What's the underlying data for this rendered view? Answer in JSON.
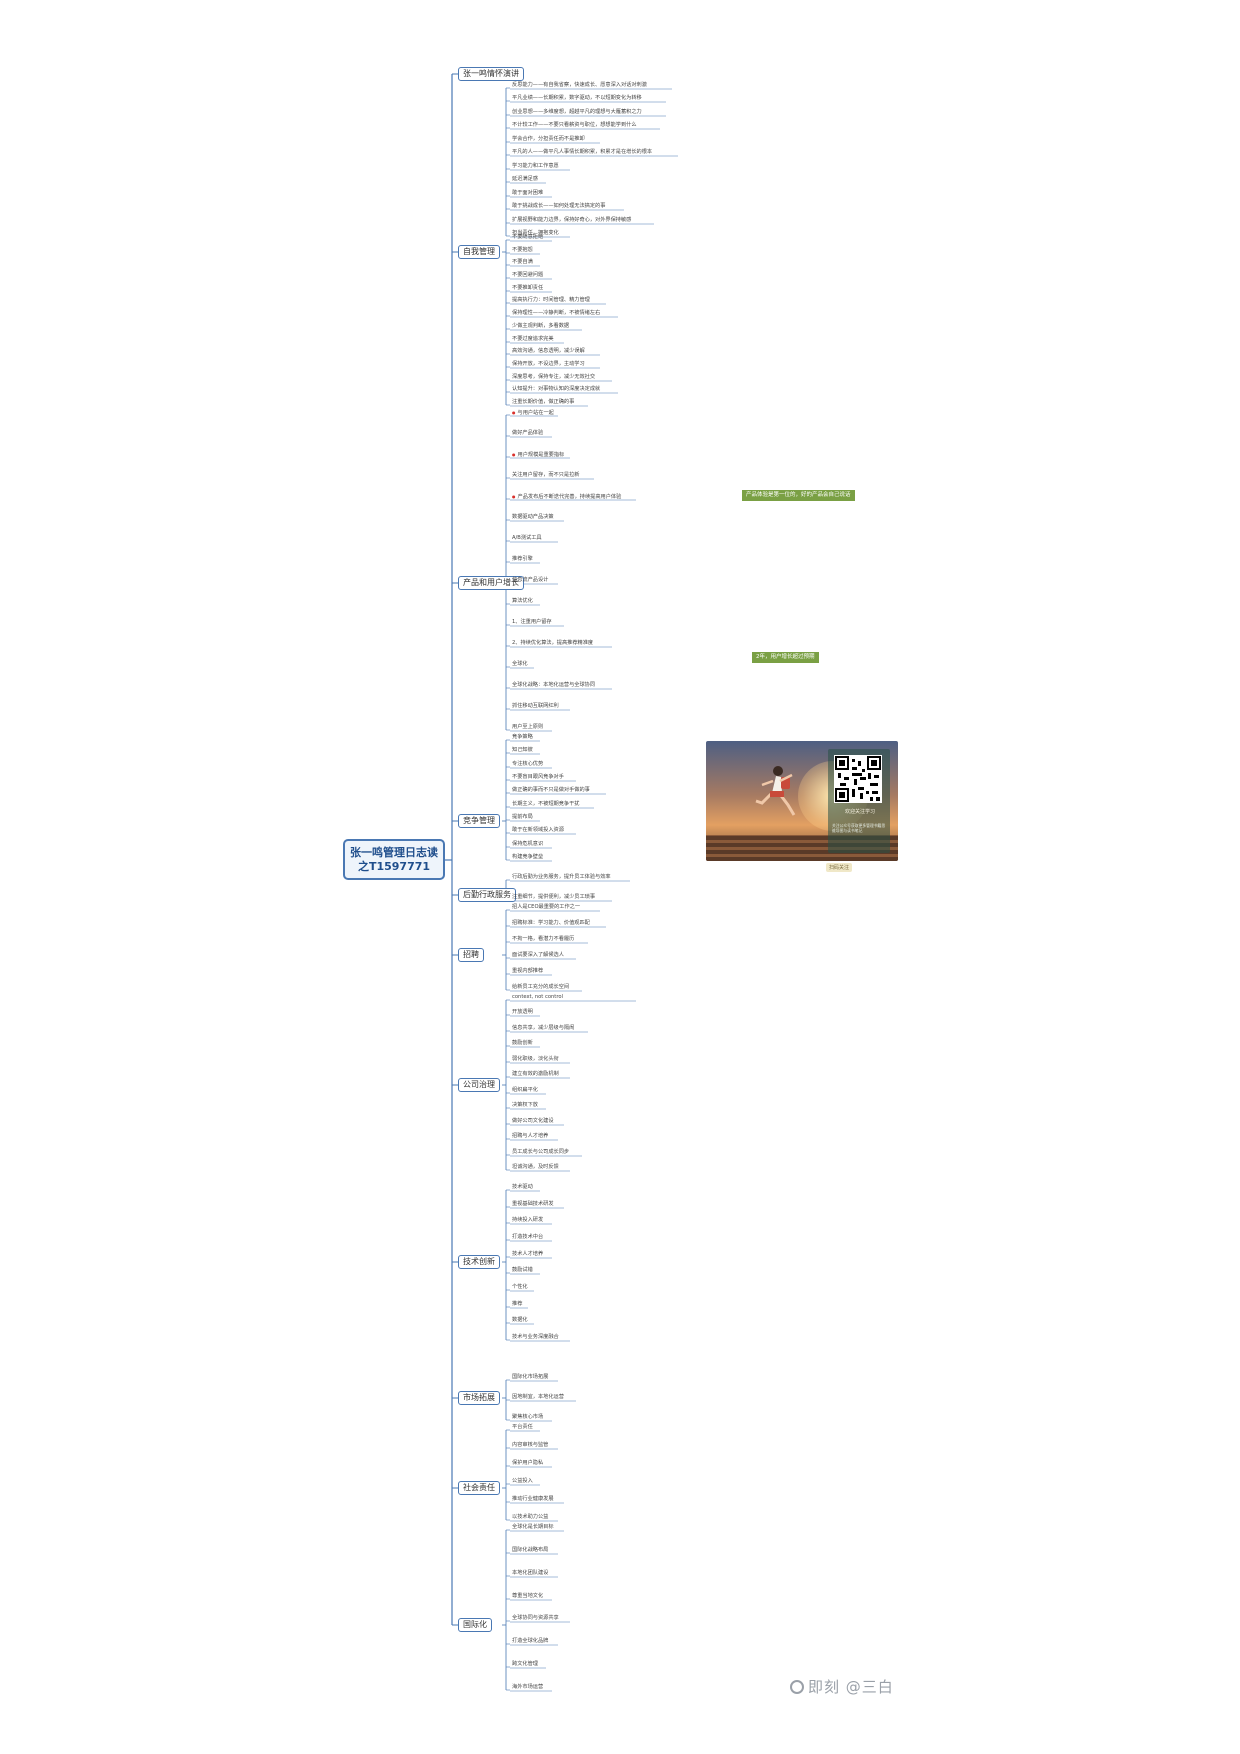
{
  "root": "张一鸣管理日志读之T1597771",
  "branches": [
    {
      "name": "张一鸣情怀演讲",
      "items": [
        "反思能力——有自我省察，快速成长、愿意深入对话对刺激",
        "平凡业绩——长期积累，数字驱动，不以短期变化为转移",
        "创业思想——多维度想，超越平凡的理想与大雁蓄积之力",
        "不计较工作——不要只看薪资与职位，想想能学到什么",
        "学会合作，分担责任而不是推卸",
        "平凡的人——做平凡人事情长期积累，积累才是在增长的根本",
        "学习能力和工作意愿",
        "延迟满足感",
        "敢于面对困难",
        "敢于挑战成长——如何处理无法搞定的事",
        "扩展视野和能力边界，保持好奇心，对外界保持敏感",
        "担当责任，拥抱变化"
      ]
    },
    {
      "name": "自我管理",
      "items": [
        "不要随意拒绝",
        "不要抱怨",
        "不要自满",
        "不要回避问题",
        "不要推卸责任",
        "提高执行力：时间管理、精力管理",
        "保持理性——冷静判断，不被情绪左右",
        "少做主观判断，多看数据",
        "不要过度追求完美",
        "高效沟通，信息透明，减少误解",
        "保持开放，不设边界，主动学习",
        "深度思考，保持专注，减少无效社交",
        "认知提升：对事物认知的深度决定成就",
        "注重长期价值，做正确的事"
      ]
    },
    {
      "name": "产品和用户增长",
      "items": [
        "与用户站在一起",
        "做好产品体验",
        "用户规模是重要指标",
        "关注用户留存，而不只是拉新",
        "产品发布后不断迭代完善，持续提高用户体验",
        "数据驱动产品决策",
        "A/B测试工具",
        "推荐引擎",
        "信息流产品设计",
        "算法优化",
        "1、注重用户留存",
        "2、持续优化算法，提高推荐精准度",
        "全球化",
        "全球化战略：本地化运营与全球协同",
        "抓住移动互联网红利",
        "用户至上原则"
      ],
      "notes": [
        "产品体验是第一位的，好的产品会自己说话",
        "2年，用户增长超过预期"
      ]
    },
    {
      "name": "竞争管理",
      "items": [
        "竞争策略",
        "知己知彼",
        "专注核心优势",
        "不要盲目跟风竞争对手",
        "做正确的事而不只是做对手做的事",
        "长期主义，不被短期竞争干扰",
        "提前布局",
        "敢于在新领域投入资源",
        "保持危机意识",
        "构建竞争壁垒"
      ]
    },
    {
      "name": "后勤行政服务",
      "items": [
        "行政后勤为业务服务，提升员工体验与效率",
        "注重细节，提供便利，减少员工琐事"
      ]
    },
    {
      "name": "招聘",
      "items": [
        "招人是CEO最重要的工作之一",
        "招聘标准：学习能力、价值观匹配",
        "不拘一格，看潜力不看履历",
        "面试要深入了解候选人",
        "重视内部推荐",
        "给新员工充分的成长空间"
      ]
    },
    {
      "name": "公司治理",
      "items": [
        "context, not control",
        "开放透明",
        "信息共享，减少层级与隔阂",
        "鼓励创新",
        "弱化职级，淡化头衔",
        "建立有效的激励机制",
        "组织扁平化",
        "决策权下放",
        "做好公司文化建设",
        "招聘与人才培养",
        "员工成长与公司成长同步",
        "坦诚沟通，及时反馈"
      ]
    },
    {
      "name": "技术创新",
      "items": [
        "技术驱动",
        "重视基础技术研发",
        "持续投入研发",
        "打造技术中台",
        "技术人才培养",
        "鼓励试错",
        "个性化",
        "推荐",
        "数据化",
        "技术与业务深度融合"
      ]
    },
    {
      "name": "市场拓展",
      "items": [
        "国际化市场拓展",
        "因地制宜，本地化运营",
        "聚焦核心市场"
      ]
    },
    {
      "name": "社会责任",
      "items": [
        "平台责任",
        "内容审核与监管",
        "保护用户隐私",
        "公益投入",
        "推动行业健康发展",
        "以技术助力公益"
      ]
    },
    {
      "name": "国际化",
      "items": [
        "全球化是长期目标",
        "国际化战略布局",
        "本地化团队建设",
        "尊重当地文化",
        "全球协同与资源共享",
        "打造全球化品牌",
        "跨文化管理",
        "海外市场运营"
      ]
    }
  ],
  "promo": {
    "qr_title": "欢迎关注学习",
    "qr_subtitle": "关注公众号获取更多管理书籍思维导图与读书笔记",
    "caption": "扫码关注"
  },
  "watermark": "即刻 @三白"
}
